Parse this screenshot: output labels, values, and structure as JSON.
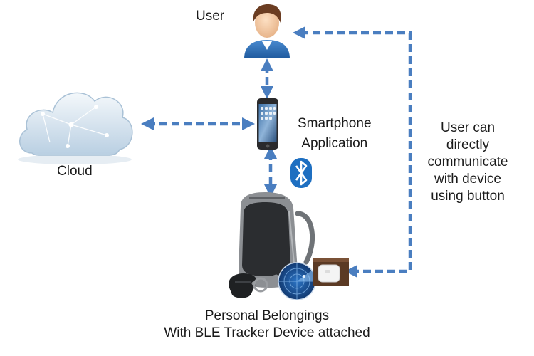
{
  "labels": {
    "user": "User",
    "cloud": "Cloud",
    "smartphone": [
      "Smartphone",
      "Application"
    ],
    "direct": [
      "User can",
      "directly",
      "communicate",
      "with device",
      "using button"
    ],
    "belongings": [
      "Personal Belongings",
      "With BLE Tracker Device attached"
    ]
  },
  "colors": {
    "connector": "#4a7ec0",
    "cloud": "#cfe0ef",
    "bluetooth": "#1e6fc1",
    "backpack_gray": "#8c8f93",
    "backpack_dark": "#2b2d30",
    "avatar_shirt": "#2f6eb5",
    "radar": "#1f4f8e"
  },
  "icons": [
    "user-avatar-icon",
    "cloud-icon",
    "smartphone-icon",
    "bluetooth-icon",
    "backpack-icon",
    "car-key-icon",
    "radar-icon",
    "ble-tracker-icon"
  ]
}
